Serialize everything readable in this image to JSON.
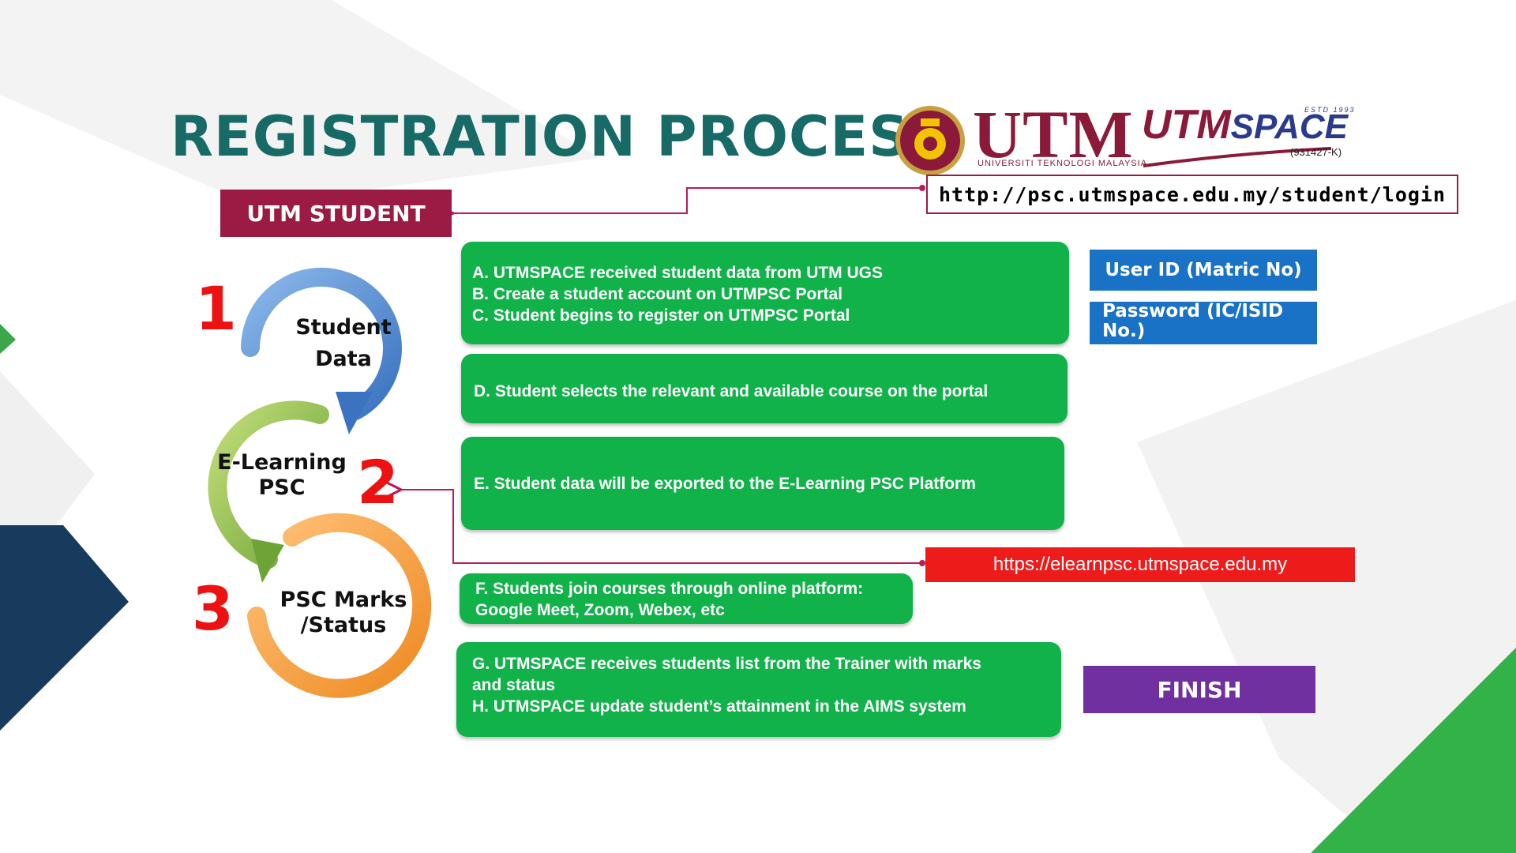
{
  "title": "REGISTRATION PROCESS",
  "utm_student_label": "UTM STUDENT",
  "login_url": "http://psc.utmspace.edu.my/student/login",
  "elearn_url": "https://elearnpsc.utmspace.edu.my",
  "logos": {
    "utm": "UTM",
    "utm_sub": "UNIVERSITI TEKNOLOGI MALAYSIA",
    "utmspace_a": "UTM",
    "utmspace_b": "SPACE",
    "estd": "ESTD 1993",
    "regno": "(931427-K)"
  },
  "steps": [
    {
      "number": "1",
      "label_line1": "Student",
      "label_line2": "Data"
    },
    {
      "number": "2",
      "label_line1": "E-Learning",
      "label_line2": "PSC"
    },
    {
      "number": "3",
      "label_line1": "PSC Marks",
      "label_line2": "/Status"
    }
  ],
  "boxes": {
    "b1": [
      "A. UTMSPACE received student data from UTM UGS",
      "B. Create a student account on UTMPSC Portal",
      "C. Student begins to register on UTMPSC Portal"
    ],
    "b2": [
      "D. Student selects the relevant and available course on the portal"
    ],
    "b3": [
      "E. Student data will be exported to the E-Learning PSC Platform"
    ],
    "b4": [
      "F. Students join courses through online platform:",
      "Google Meet, Zoom, Webex, etc"
    ],
    "b5": [
      "G. UTMSPACE receives students list from the Trainer with marks",
      "and status",
      "H. UTMSPACE update student’s attainment in the AIMS system"
    ]
  },
  "credentials": {
    "user_id": "User ID (Matric No)",
    "password_line1": "Password (IC/ISID",
    "password_line2": "No.)"
  },
  "finish_label": "FINISH",
  "colors": {
    "title": "#176a66",
    "maroon": "#9b1b45",
    "green_box": "#12b24b",
    "blue_box": "#1a72c6",
    "finish": "#7030a0",
    "red": "#ee1111",
    "arrow_blue": "#4a86cf",
    "arrow_green": "#8cbd45",
    "arrow_orange": "#f3922f"
  }
}
